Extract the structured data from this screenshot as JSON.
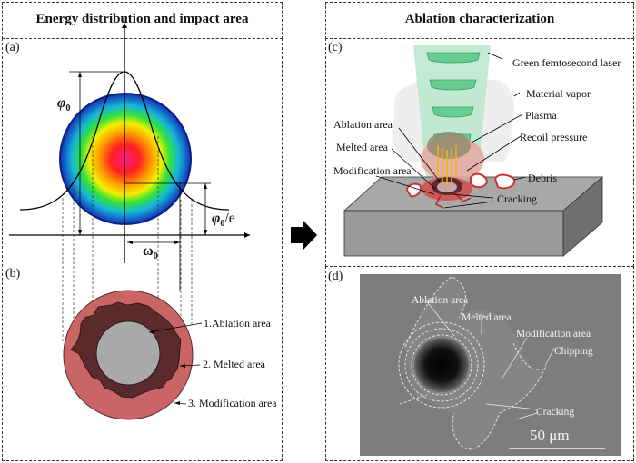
{
  "left": {
    "title": "Energy distribution and impact area",
    "panel_a": {
      "label": "(a)",
      "phi0": "φ",
      "phi0_sub": "0",
      "phi0e": "φ",
      "phi0e_sub": "0",
      "phi0e_suffix": "/e",
      "omega0": "ω",
      "omega0_sub": "0"
    },
    "panel_b": {
      "label": "(b)",
      "annotations": [
        "1.Ablation area",
        "2. Melted area",
        "3. Modification area"
      ]
    }
  },
  "right": {
    "title": "Ablation characterization",
    "panel_c": {
      "label": "(c)",
      "annotations": {
        "laser": "Green femtosecond laser",
        "vapor": "Material vapor",
        "plasma": "Plasma",
        "recoil": "Recoil pressure",
        "debris": "Debris",
        "cracking": "Cracking",
        "ablation": "Ablation area",
        "melted": "Melted area",
        "modification": "Modification area"
      }
    },
    "panel_d": {
      "label": "(d)",
      "annotations": {
        "ablation": "Ablation area",
        "melted": "Melted area",
        "modification": "Modification area",
        "chipping": "Chipping",
        "cracking": "Cracking"
      },
      "scale_bar": "50 μm"
    }
  },
  "arrow_icon": "right-arrow-icon",
  "colors": {
    "laser_green": "#b9e8cc",
    "melted_dark": "#5a2a2d",
    "modification_red": "#c96565",
    "ablation_gray": "#a9a9a9",
    "block_top": "#a8a8a8",
    "block_front": "#9a9a9a",
    "block_side": "#6f6f6f",
    "sem_bg": "#7d7d7d"
  }
}
